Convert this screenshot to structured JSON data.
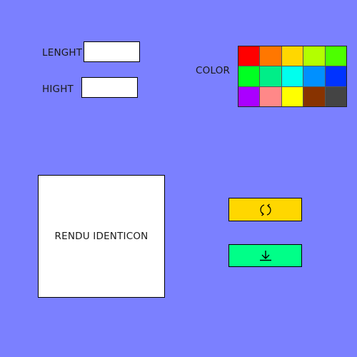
{
  "form": {
    "length_label": "LENGHT",
    "length_value": "",
    "height_label": "HIGHT",
    "height_value": "",
    "color_label": "COLOR"
  },
  "palette": {
    "colors": [
      "#ff0000",
      "#ff7700",
      "#ffd700",
      "#b3ff00",
      "#4dff00",
      "#00ff22",
      "#00ee88",
      "#00ffee",
      "#0090ff",
      "#0033ff",
      "#aa00ff",
      "#ff8888",
      "#ffff00",
      "#883300",
      "#444444"
    ]
  },
  "preview": {
    "label": "RENDU IDENTICON"
  },
  "actions": {
    "regenerate": {
      "icon": "refresh-icon",
      "color": "#ffd700"
    },
    "download": {
      "icon": "download-icon",
      "color": "#00ff88"
    }
  }
}
